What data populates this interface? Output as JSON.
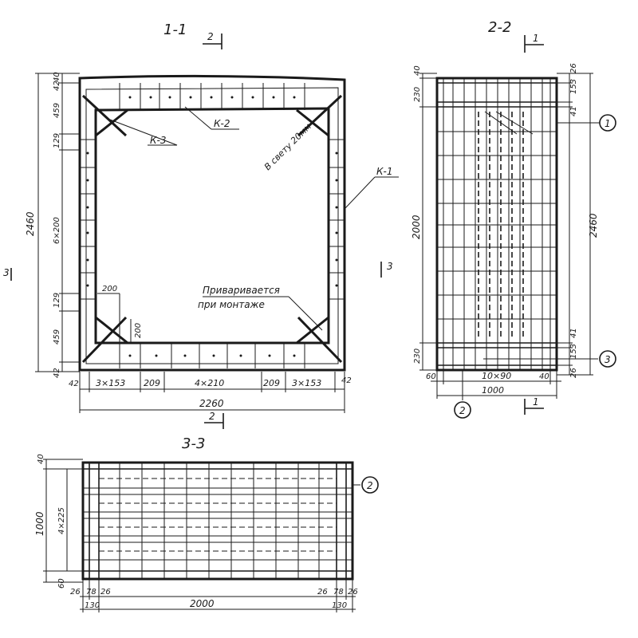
{
  "sections": {
    "s11": "1-1",
    "s22": "2-2",
    "s33": "3-3"
  },
  "cut_marks": {
    "two": "2",
    "one": "1",
    "three": "3"
  },
  "labels": {
    "k1": "К-1",
    "k2": "К-2",
    "k3": "К-3",
    "clear": "В свету 20мм",
    "weld1": "Приваривается",
    "weld2": "при монтаже"
  },
  "callouts": [
    "1",
    "2",
    "3"
  ],
  "dims_11": {
    "left_total": "2460",
    "left_40": "40",
    "left_459a": "459",
    "left_129a": "129",
    "left_6x200": "6×200",
    "left_129b": "129",
    "left_459b": "459",
    "left_42": "42",
    "top_42": "42",
    "b_42a": "42",
    "b_3x153a": "3×153",
    "b_209a": "209",
    "b_4x210": "4×210",
    "b_209b": "209",
    "b_3x153b": "3×153",
    "b_42b": "42",
    "total": "2260",
    "corner_200a": "200",
    "corner_200b": "200"
  },
  "dims_22": {
    "l_40": "40",
    "l_230a": "230",
    "l_2000": "2000",
    "l_230b": "230",
    "r_26a": "26",
    "r_153a": "153",
    "r_41a": "41",
    "r_2460": "2460",
    "r_41b": "41",
    "r_153b": "153",
    "r_26b": "26",
    "b_60": "60",
    "b_10x90": "10×90",
    "b_40": "40",
    "b_1000": "1000"
  },
  "dims_33": {
    "l_40": "40",
    "l_1000": "1000",
    "l_4x225": "4×225",
    "l_60": "60",
    "b_26a": "26",
    "b_78a": "78",
    "b_26b": "26",
    "b_130a": "130",
    "b_2000": "2000",
    "b_26c": "26",
    "b_78b": "78",
    "b_26d": "26",
    "b_130b": "130"
  }
}
